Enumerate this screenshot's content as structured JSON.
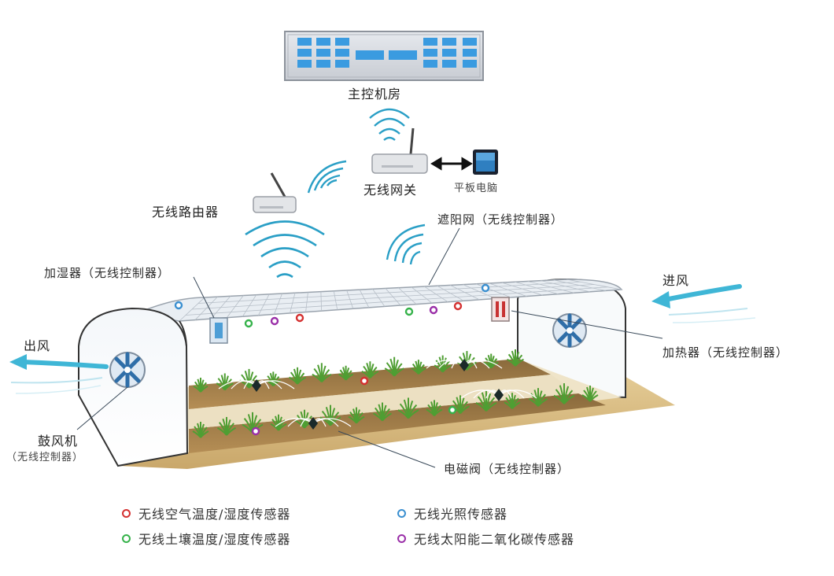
{
  "labels": {
    "control_room": "主控机房",
    "wireless_gateway": "无线网关",
    "tablet": "平板电脑",
    "wireless_router": "无线路由器",
    "shade_net": "遮阳网（无线控制器）",
    "humidifier": "加湿器（无线控制器）",
    "air_in": "进风",
    "air_out": "出风",
    "heater": "加热器（无线控制器）",
    "blower_name": "鼓风机",
    "blower_ctrl": "（无线控制器）",
    "solenoid_valve": "电磁阀（无线控制器）"
  },
  "legend": [
    {
      "text": "无线空气温度/湿度传感器",
      "color": "#d43030"
    },
    {
      "text": "无线光照传感器",
      "color": "#3a8fd0"
    },
    {
      "text": "无线土壤温度/湿度传感器",
      "color": "#35b24a"
    },
    {
      "text": "无线太阳能二氧化碳传感器",
      "color": "#9a2fa8"
    }
  ],
  "colors": {
    "air_sensor": "#d43030",
    "light_sensor": "#3a8fd0",
    "soil_sensor": "#35b24a",
    "co2_sensor": "#9a2fa8",
    "airflow": "#3fb6d6",
    "ground": "#d9bf8a",
    "plants": "#5aa83a"
  }
}
